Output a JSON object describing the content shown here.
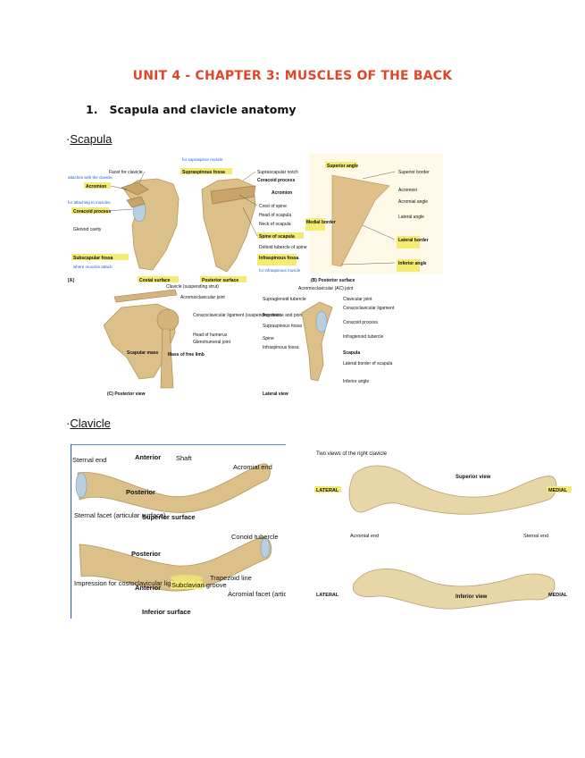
{
  "title": "UNIT 4 - CHAPTER 3: MUSCLES OF THE BACK",
  "section": {
    "number": "1.",
    "label": "Scapula and clavicle anatomy"
  },
  "scapula_heading": {
    "prefix": "·",
    "label": "Scapula"
  },
  "clavicle_heading": {
    "prefix": "·",
    "label": "Clavicle"
  },
  "scapula_fig": {
    "panel_a": {
      "tag": "[A]",
      "labels": {
        "facet": "Facet for clavicle",
        "acromion": "Acromion",
        "coracoid": "Coracoid process",
        "glenoid": "Glenoid cavity",
        "subscap": "Subscapular fossa",
        "costal": "Costal surface",
        "supraspinous": "Supraspinous fossa",
        "suprascapular_notch": "Suprascapular notch",
        "coracoid_r": "Coracoid process",
        "acromion_r": "Acromion",
        "crest": "Crest of spine",
        "head": "Head of scapula",
        "neck": "Neck of scapula",
        "spine": "Spine of scapula",
        "deltoid": "Deltoid tubercle of spine",
        "infraspinous": "Infraspinous fossa",
        "posterior_surface": "Posterior surface"
      },
      "notes": {
        "n1": "for supraspinor muscle",
        "n2": "attaches with the clavicle",
        "n3": "for attaching to muscles",
        "n4": "where muscles attach",
        "n5": "for infraspinous muscle"
      }
    },
    "panel_b": {
      "tag": "(B) Posterior surface",
      "labels": {
        "superior_angle": "Superior angle",
        "superior_border": "Superior border",
        "acromion": "Acromion",
        "acromial_angle": "Acromial angle",
        "lateral_angle": "Lateral angle",
        "medial_border": "Medial border",
        "lateral_border": "Lateral border",
        "inferior_angle": "Inferior angle"
      }
    },
    "panel_c": {
      "tag": "(C) Posterior view",
      "labels": {
        "clavicle": "Clavicle (suspending strut)",
        "ac_joint": "Acromioclavicular joint",
        "coracoclavicular": "Coracoclavicular ligament (suspending device and point of balance)",
        "humerus": "Head of humerus",
        "glenohumeral": "Glenohumeral joint",
        "scapular_mass": "Scapular mass",
        "mass_limb": "Mass of free limb"
      }
    },
    "panel_d": {
      "tag": "Lateral view",
      "labels": {
        "ac_joint": "Acromioclavicular (AC) joint",
        "supraglenoid": "Supraglenoid tubercle",
        "acromion": "Acromion",
        "supraspinous": "Supraspinous fossa",
        "spine": "Spine",
        "infraspinous": "Infraspinous fossa",
        "clavicular": "Clavicular joint",
        "coracoclavicular": "Coracoclavicular ligament",
        "coracoid": "Coracoid process",
        "infraglenoid": "Infraglenoid tubercle",
        "scapula": "Scapula",
        "lateral_border": "Lateral border of scapula",
        "inferior_angle": "Inferior angle"
      }
    }
  },
  "clavicle_left": {
    "superior": {
      "sternal_end": "Sternal end",
      "anterior": "Anterior",
      "shaft": "Shaft",
      "acromial_end": "Acromial end",
      "posterior": "Posterior",
      "sternal_facet": "Sternal facet (articular surface)",
      "surface": "Superior surface"
    },
    "inferior": {
      "conoid": "Conoid tubercle",
      "posterior": "Posterior",
      "impression": "Impression for costoclavicular ligament",
      "anterior": "Anterior",
      "subclavian": "Subclavian groove",
      "trapezoid": "Trapezoid line",
      "acromial_facet": "Acromial facet (articular surface)",
      "surface": "Inferior surface"
    }
  },
  "clavicle_right": {
    "title": "Two views of the right clavicle",
    "superior_view": "Superior view",
    "inferior_view": "Inferior view",
    "lateral_top": "LATERAL",
    "medial_top": "MEDIAL",
    "acromial_end": "Acromial end",
    "sternal_end": "Sternal end",
    "lateral_bottom": "LATERAL",
    "medial_bottom": "MEDIAL"
  }
}
